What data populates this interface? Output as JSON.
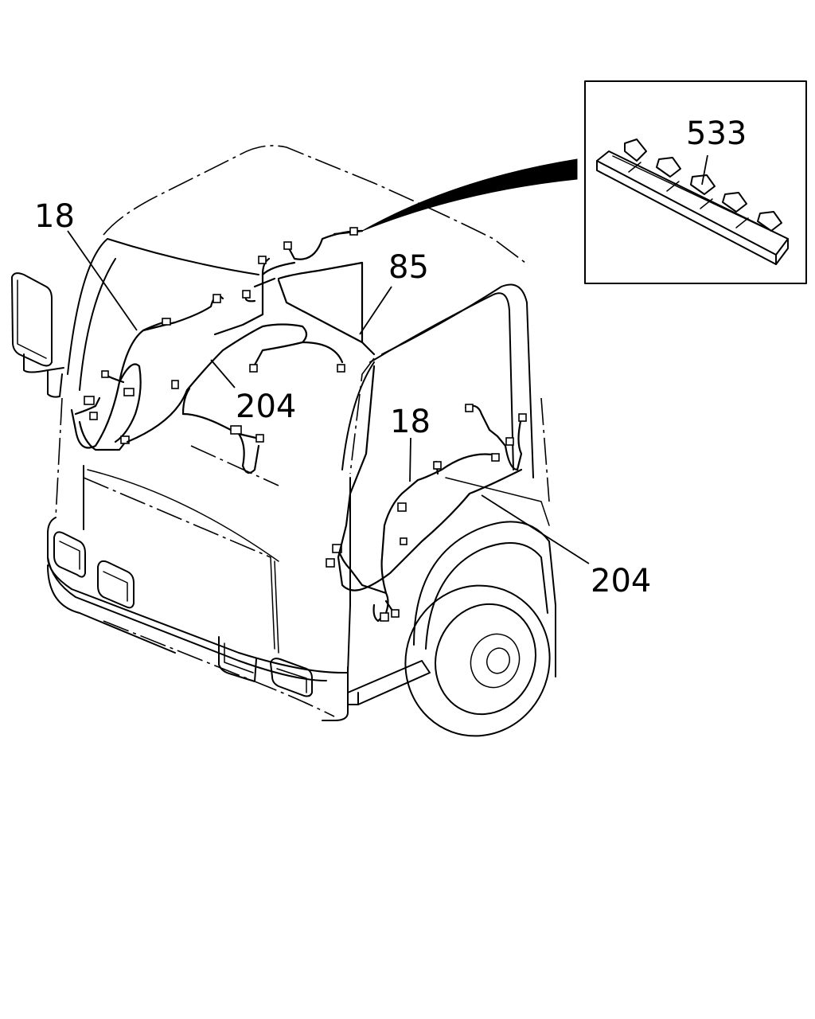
{
  "callouts": {
    "harness_left_label": "18",
    "harness_right_label": "18",
    "roof_harness_label": "85",
    "clip_label": "533",
    "pillar_harness_left_label": "204",
    "pillar_harness_right_label": "204"
  }
}
